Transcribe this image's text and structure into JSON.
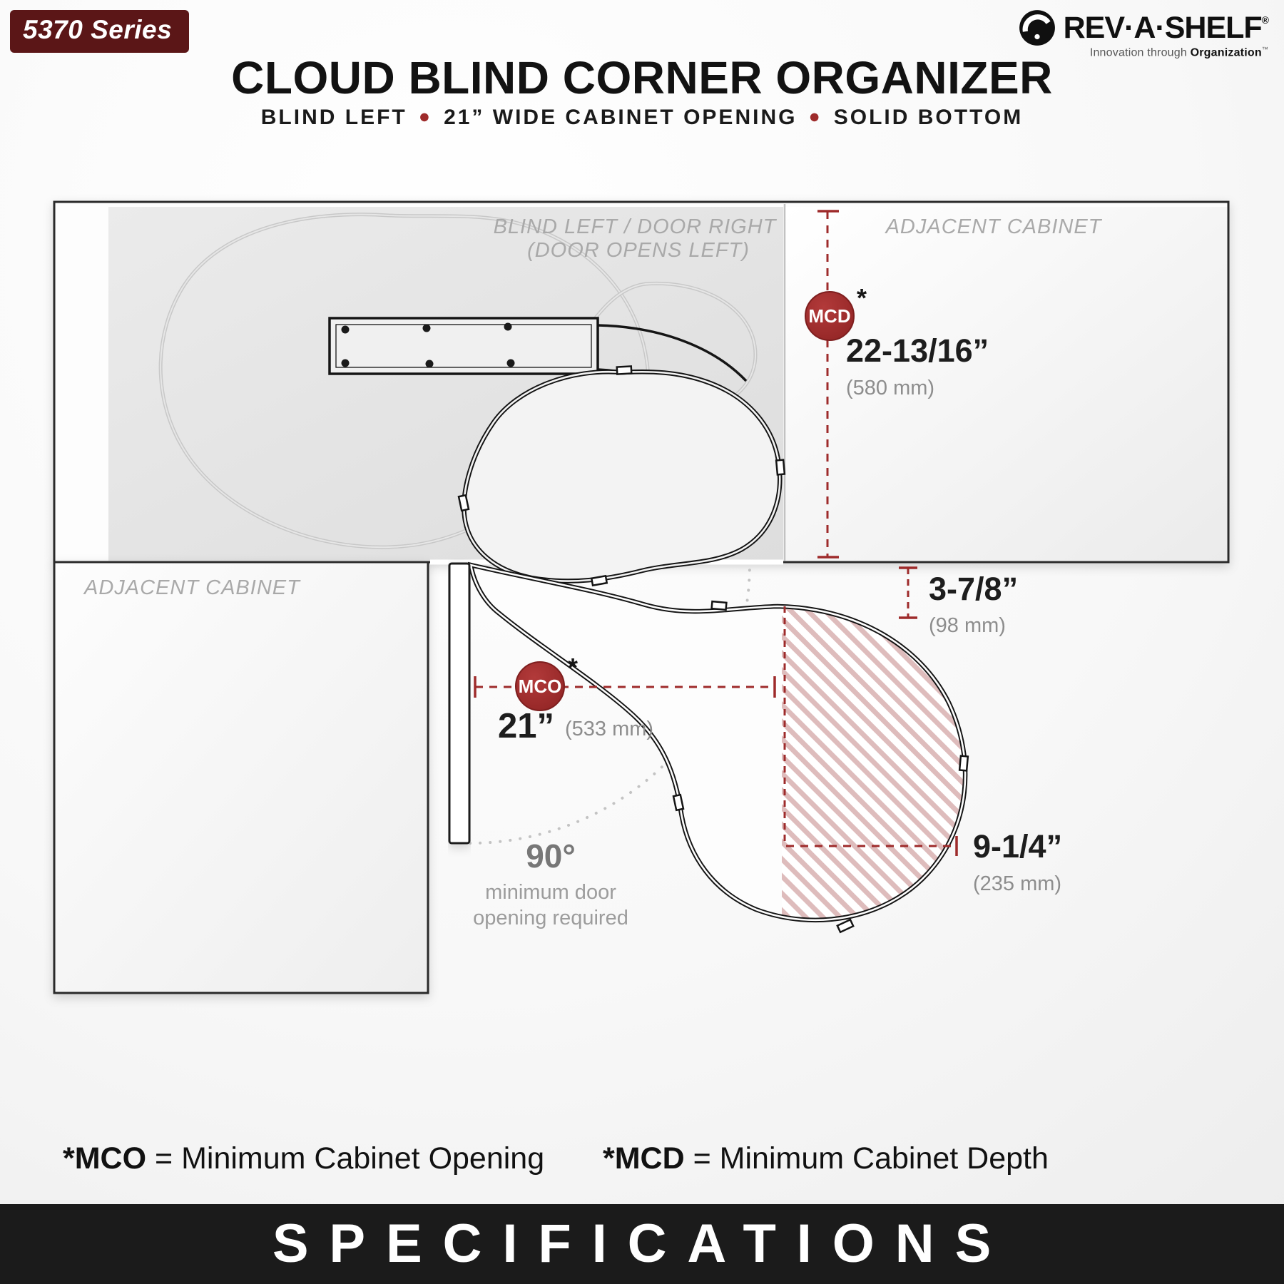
{
  "page": {
    "series_badge": "5370 Series",
    "title": "CLOUD BLIND CORNER ORGANIZER",
    "subtitle": {
      "part1": "BLIND LEFT",
      "part2": "21” WIDE CABINET OPENING",
      "part3": "SOLID BOTTOM",
      "bullet": "●"
    }
  },
  "logo": {
    "brand": "REV·A·SHELF",
    "registered": "®",
    "tagline_light": "Innovation through ",
    "tagline_bold": "Organization",
    "trademark": "™"
  },
  "diagram": {
    "config_label_line1": "BLIND LEFT / DOOR RIGHT",
    "config_label_line2": "(DOOR OPENS LEFT)",
    "adjacent_cabinet_right": "ADJACENT CABINET",
    "adjacent_cabinet_left": "ADJACENT CABINET",
    "mcd": {
      "abbr": "MCD",
      "asterisk": "*",
      "value": "22-13/16”",
      "metric": "(580 mm)"
    },
    "depth_offset": {
      "value": "3-7/8”",
      "metric": "(98 mm)"
    },
    "mco": {
      "abbr": "MCO",
      "asterisk": "*",
      "value": "21”",
      "metric": "(533 mm)"
    },
    "door_swing": {
      "angle": "90°",
      "note1": "minimum door",
      "note2": "opening required"
    },
    "overhang": {
      "value": "9-1/4”",
      "metric": "(235 mm)"
    }
  },
  "legend": {
    "mco_abbr": "*MCO",
    "mco_def": " = Minimum Cabinet Opening",
    "mcd_abbr": "*MCD",
    "mcd_def": " = Minimum Cabinet Depth"
  },
  "footer_bar": {
    "label": "SPECIFICATIONS"
  },
  "colors": {
    "accent_red": "#9e2b2b",
    "badge_maroon": "#5b1617",
    "hatch_pink": "#debcbc",
    "bar_black": "#1b1b1b"
  }
}
